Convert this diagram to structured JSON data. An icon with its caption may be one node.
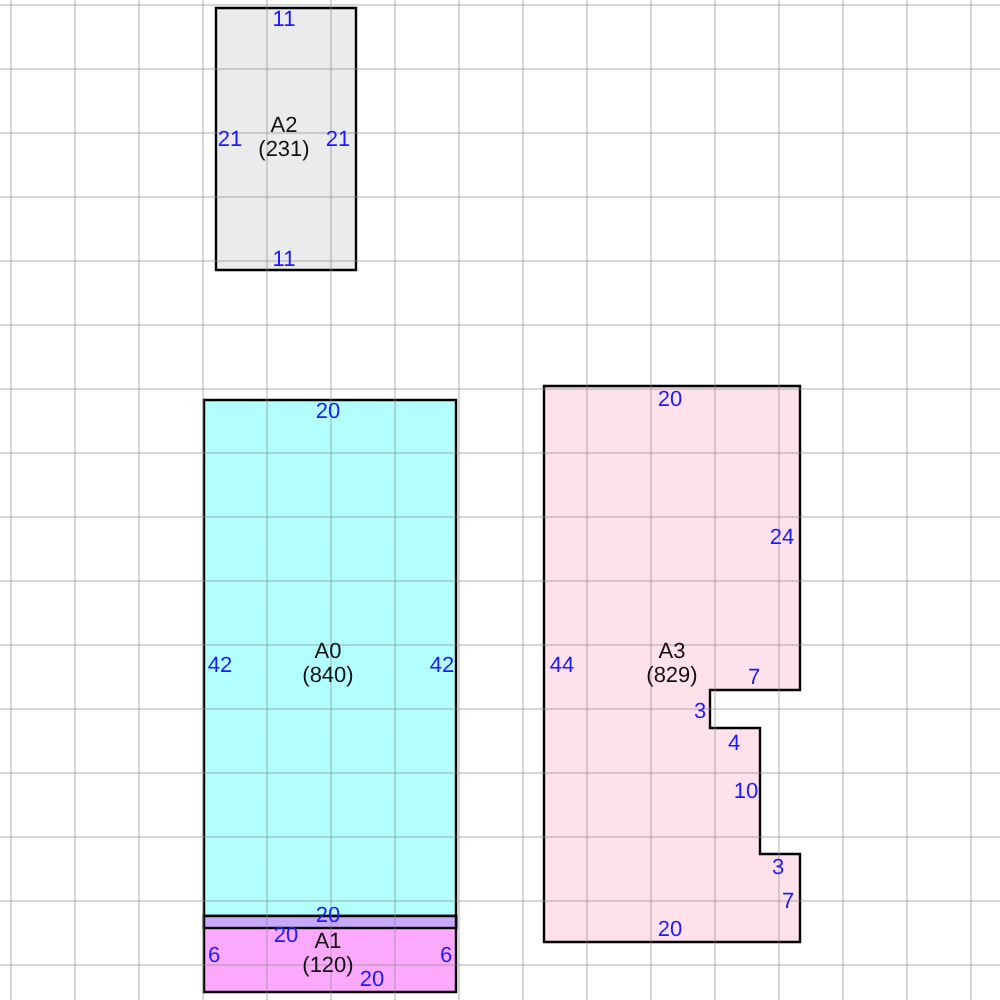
{
  "diagram": {
    "nodes": [
      {
        "text": [
          "A2",
          "(231)",
          "11",
          "21",
          "21",
          "11"
        ]
      },
      {
        "text": [
          "A0",
          "(840)",
          "20",
          "42",
          "42",
          "20"
        ]
      },
      {
        "text": [
          "A3",
          "(829)",
          "20",
          "24",
          "44",
          "7",
          "3",
          "4",
          "10",
          "3",
          "7",
          "20"
        ]
      },
      {
        "text": [
          "A1",
          "(120)",
          "20",
          "6",
          "6",
          "20"
        ]
      }
    ]
  }
}
